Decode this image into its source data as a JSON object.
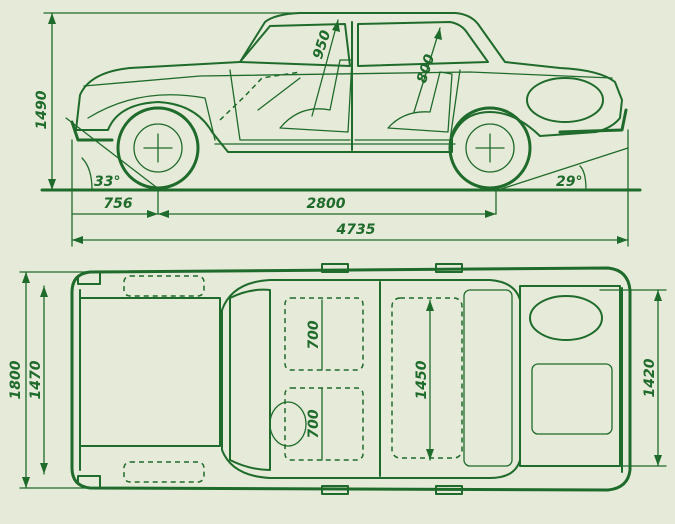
{
  "drawing": {
    "colors": {
      "ink": "#1f6b2c",
      "paper": "#e6ead8"
    },
    "side_view": {
      "overall_height": "1490",
      "front_overhang": "756",
      "wheelbase": "2800",
      "overall_length": "4735",
      "approach_angle": "33°",
      "departure_angle": "29°",
      "front_seat_headroom": "950",
      "rear_seat_headroom": "800"
    },
    "top_view": {
      "overall_width": "1800",
      "front_track": "1470",
      "rear_track": "1420",
      "interior_width": "1450",
      "front_seat_width_1": "700",
      "front_seat_width_2": "700"
    }
  }
}
